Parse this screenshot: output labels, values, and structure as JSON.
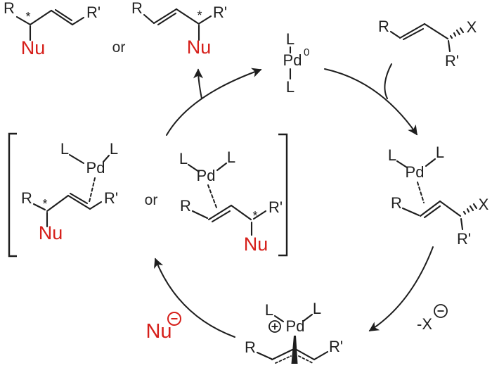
{
  "colors": {
    "ink": "#1e1e1e",
    "red": "#d61f1a",
    "background": "#ffffff"
  },
  "top_products": {
    "left": {
      "r": "R",
      "star": "*",
      "r_prime": "R'",
      "nu": "Nu"
    },
    "or": "or",
    "right": {
      "r": "R",
      "star": "*",
      "r_prime": "R'",
      "nu": "Nu"
    }
  },
  "pd0_catalyst": {
    "l_top": "L",
    "pd": "Pd",
    "oxidation_state": "0",
    "l_bottom": "L"
  },
  "substrate": {
    "r": "R",
    "x": "X",
    "r_prime": "R'"
  },
  "alkene_complex": {
    "l_left": "L",
    "l_right": "L",
    "pd": "Pd",
    "r": "R",
    "x": "X",
    "r_prime": "R'"
  },
  "intermediates": {
    "left": {
      "l_left": "L",
      "l_right": "L",
      "pd": "Pd",
      "r": "R",
      "star": "*",
      "r_prime": "R'",
      "nu": "Nu"
    },
    "or": "or",
    "right": {
      "l_left": "L",
      "l_right": "L",
      "pd": "Pd",
      "r": "R",
      "star": "*",
      "r_prime": "R'",
      "nu": "Nu"
    }
  },
  "allyl_complex": {
    "l_left": "L",
    "l_right": "L",
    "pd": "Pd",
    "r": "R",
    "r_prime": "R'"
  },
  "nucleophile": {
    "label": "Nu"
  },
  "leaving_group": {
    "label": "-X"
  }
}
